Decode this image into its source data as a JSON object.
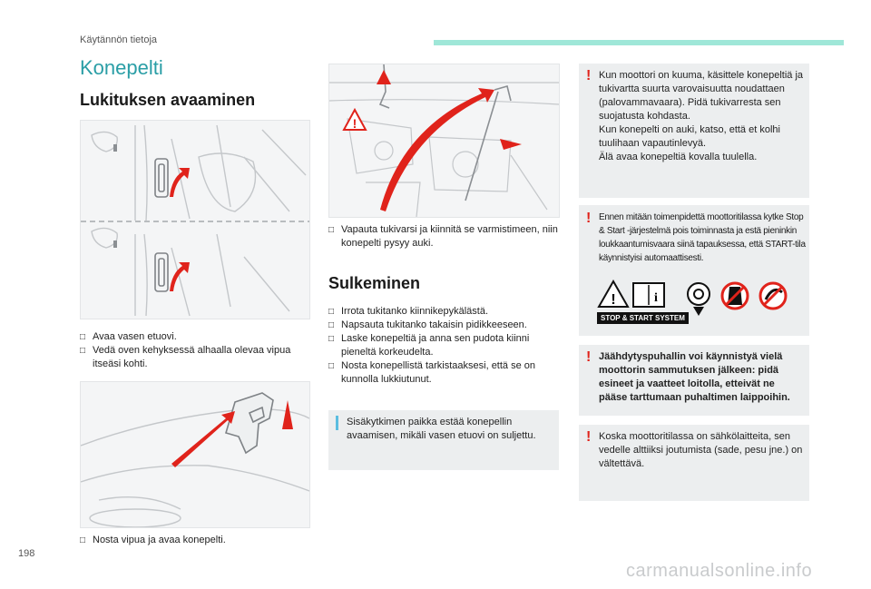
{
  "header": {
    "chapter": "Käytännön tietoja"
  },
  "page": {
    "title": "Konepelti",
    "number": "198"
  },
  "left": {
    "heading": "Lukituksen avaaminen",
    "steps": [
      "Avaa vasen etuovi.",
      "Vedä oven kehyksessä alhaalla olevaa vipua itseäsi kohti."
    ],
    "bottom_step": "Nosta vipua ja avaa konepelti."
  },
  "middle": {
    "step_open": "Vapauta tukivarsi ja kiinnitä se varmistimeen, niin konepelti pysyy auki.",
    "heading": "Sulkeminen",
    "steps": [
      "Irrota tukitanko kiinnikepykälästä.",
      "Napsauta tukitanko takaisin pidikkeeseen.",
      "Laske konepeltiä ja anna sen pudota kiinni pieneltä korkeudelta.",
      "Nosta konepellistä tarkistaaksesi, että se on kunnolla lukkiutunut."
    ],
    "info": "Sisäkytkimen paikka estää konepellin avaamisen, mikäli vasen etuovi on suljettu."
  },
  "right": {
    "warn1": [
      "Kun moottori on kuuma, käsittele konepeltiä ja tukivartta suurta varovaisuutta noudattaen (palovammavaara). Pidä tukivarresta sen suojatusta kohdasta.",
      "Kun konepelti on auki, katso, että et kolhi tuulihaan vapautinlevyä.",
      "Älä avaa konepeltiä kovalla tuulella."
    ],
    "warn2": "Ennen mitään toimenpidettä moottoritilassa kytke Stop & Start -järjestelmä pois toiminnasta ja estä pieninkin loukkaantumisvaara siinä tapauksessa, että START-tila käynnistyisi automaattisesti.",
    "stop_start_label": "STOP & START SYSTEM",
    "warn3": "Jäähdytyspuhallin voi käynnistyä vielä moottorin sammutuksen jälkeen: pidä esineet ja vaatteet loitolla, etteivät ne pääse tarttumaan puhaltimen laippoihin.",
    "warn4": "Koska moottoritilassa on sähkölaitteita, sen vedelle alttiiksi joutumista (sade, pesu jne.) on vältettävä."
  },
  "icons": {
    "bullet": "square-bullet",
    "warning": "exclamation-icon",
    "info": "info-bar-icon"
  },
  "colors": {
    "accent": "#2a9ea6",
    "warning": "#e0231b",
    "info": "#5bbde0",
    "arrow": "#e0231b",
    "box": "#eceeef",
    "topbar": "#9fe7d8"
  },
  "watermark": "carmanualsonline.info"
}
